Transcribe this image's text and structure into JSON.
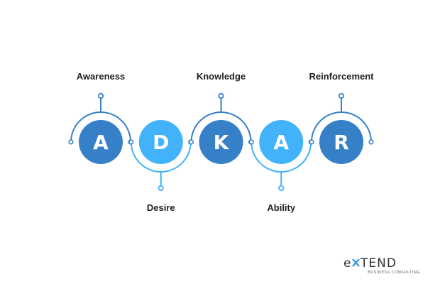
{
  "diagram": {
    "steps": [
      {
        "letter": "A",
        "label": "Awareness",
        "position": "top",
        "color": "#3680c8"
      },
      {
        "letter": "D",
        "label": "Desire",
        "position": "bottom",
        "color": "#42b2fb"
      },
      {
        "letter": "K",
        "label": "Knowledge",
        "position": "top",
        "color": "#3680c8"
      },
      {
        "letter": "A",
        "label": "Ability",
        "position": "bottom",
        "color": "#42b2fb"
      },
      {
        "letter": "R",
        "label": "Reinforcement",
        "position": "top",
        "color": "#3680c8"
      }
    ]
  },
  "logo": {
    "name": "EXTEND",
    "tagline": "BUSINESS CONSULTING"
  }
}
